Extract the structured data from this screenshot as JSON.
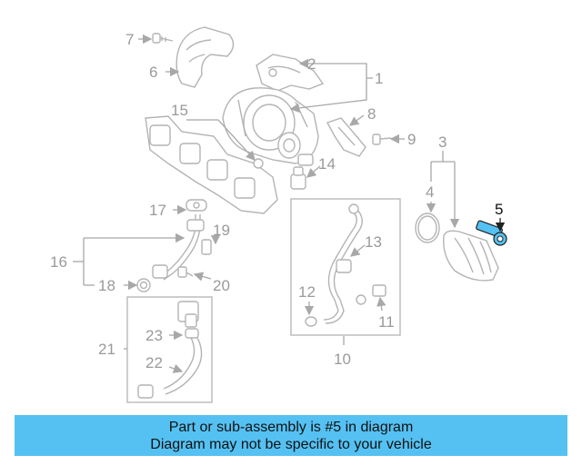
{
  "callouts": [
    "1",
    "2",
    "3",
    "4",
    "5",
    "6",
    "7",
    "8",
    "9",
    "10",
    "11",
    "12",
    "13",
    "14",
    "15",
    "16",
    "17",
    "18",
    "19",
    "20",
    "21",
    "22",
    "23"
  ],
  "highlighted_callout": "5",
  "highlight_color": "#55c1f2",
  "banner": {
    "line1": "Part or sub-assembly is #5 in diagram",
    "line2": "Diagram may not be specific to your vehicle"
  }
}
